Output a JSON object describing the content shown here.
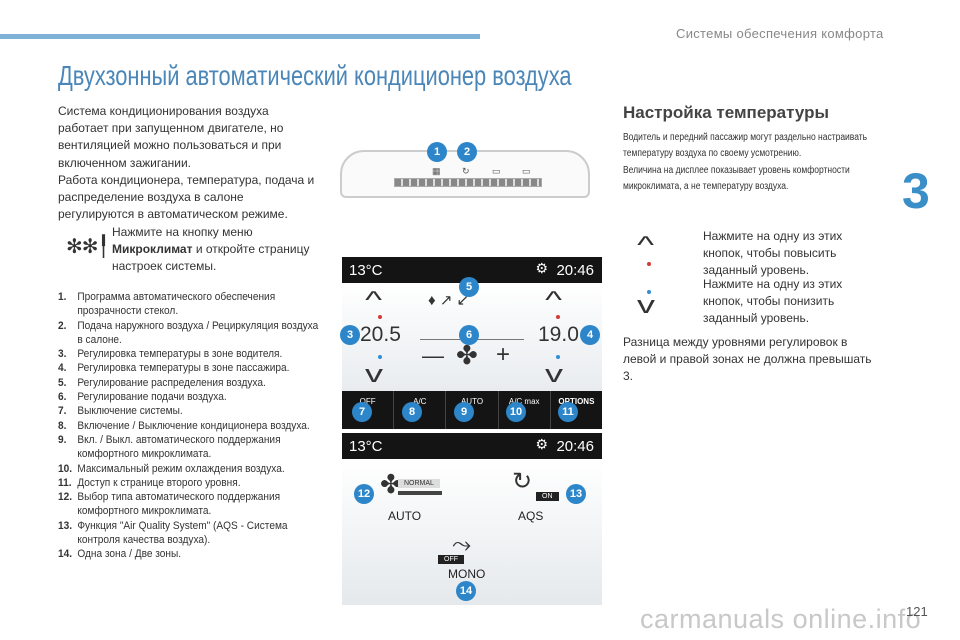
{
  "header": {
    "section": "Системы обеспечения комфорта",
    "chapter": "3"
  },
  "title": "Двухзонный автоматический кондиционер воздуха",
  "intro": [
    "Система кондиционирования воздуха работает при запущенном двигателе, но вентиляцией можно пользоваться и при включенном зажигании.",
    "Работа кондиционера, температура, подача и распределение воздуха в салоне регулируются в автоматическом режиме."
  ],
  "menu_hint": {
    "prefix": "Нажмите на кнопку меню",
    "bold": "Микроклимат",
    "suffix": "и откройте страницу настроек системы.",
    "icon": "climate-menu-icon"
  },
  "items": [
    {
      "n": "1.",
      "t": "Программа автоматического обеспечения прозрачности стекол."
    },
    {
      "n": "2.",
      "t": "Подача наружного воздуха / Рециркуляция воздуха в салоне."
    },
    {
      "n": "3.",
      "t": "Регулировка температуры в зоне водителя."
    },
    {
      "n": "4.",
      "t": "Регулировка температуры в зоне пассажира."
    },
    {
      "n": "5.",
      "t": "Регулирование распределения воздуха."
    },
    {
      "n": "6.",
      "t": "Регулирование подачи воздуха."
    },
    {
      "n": "7.",
      "t": "Выключение системы."
    },
    {
      "n": "8.",
      "t": "Включение / Выключение кондиционера воздуха."
    },
    {
      "n": "9.",
      "t": "Вкл. / Выкл. автоматического поддержания комфортного микроклимата."
    },
    {
      "n": "10.",
      "t": "Максимальный режим охлаждения воздуха."
    },
    {
      "n": "11.",
      "t": "Доступ к странице второго уровня."
    },
    {
      "n": "12.",
      "t": "Выбор типа автоматического поддержания комфортного микроклимата."
    },
    {
      "n": "13.",
      "t": "Функция \"Air Quality System\" (AQS - Система контроля качества воздуха)."
    },
    {
      "n": "14.",
      "t": "Одна зона / Две зоны."
    }
  ],
  "screen1": {
    "outside_temp": "13°C",
    "clock": "20:46",
    "driver_temp": "20.5",
    "passenger_temp": "19.0",
    "buttons": [
      "OFF",
      "A/C",
      "AUTO",
      "A/C max",
      "OPTIONS"
    ]
  },
  "screen2": {
    "outside_temp": "13°C",
    "clock": "20:46",
    "auto_label": "AUTO",
    "auto_tag": "NORMAL",
    "aqs_label": "AQS",
    "aqs_tag": "ON",
    "mono_label": "MONO",
    "mono_tag": "OFF"
  },
  "badges": [
    "1",
    "2",
    "3",
    "4",
    "5",
    "6",
    "7",
    "8",
    "9",
    "10",
    "11",
    "12",
    "13",
    "14"
  ],
  "right": {
    "heading": "Настройка температуры",
    "para1": "Водитель и передний пассажир могут раздельно настраивать температуру воздуха по своему усмотрению.",
    "para2": "Величина на дисплее показывает уровень комфортности микроклимата, а не температуру воздуха.",
    "raise_marker": "",
    "raise_text": "Нажмите на одну из этих кнопок, чтобы повысить заданный уровень.",
    "lower_marker": "",
    "lower_text": "Нажмите на одну из этих кнопок, чтобы понизить заданный уровень.",
    "para3": "Разница между уровнями регулировок в левой и правой зонах не должна превышать 3."
  },
  "footer": {
    "watermark": "carmanuals online.info",
    "page": "121"
  },
  "colors": {
    "accent": "#3a8fc8",
    "badge": "#2d86c9",
    "warm": "#d23a3a",
    "cool": "#2e8fd4"
  }
}
